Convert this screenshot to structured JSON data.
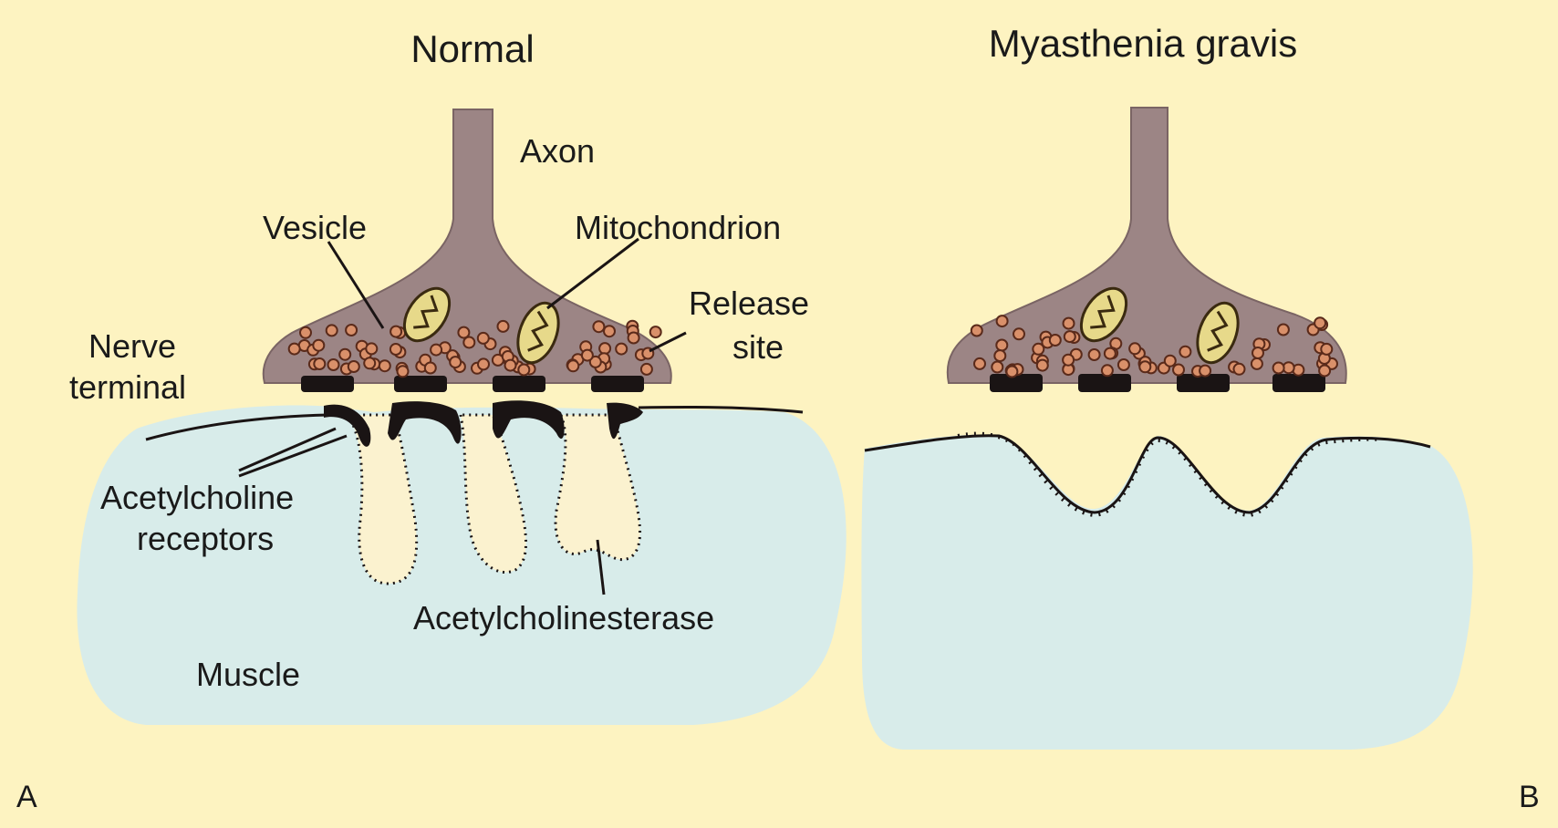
{
  "panels": {
    "normal": {
      "title": "Normal",
      "letter": "A",
      "labels": {
        "axon": "Axon",
        "vesicle": "Vesicle",
        "mitochondrion": "Mitochondrion",
        "release_site_line1": "Release",
        "release_site_line2": "site",
        "nerve_terminal_line1": "Nerve",
        "nerve_terminal_line2": "terminal",
        "ach_receptors_line1": "Acetylcholine",
        "ach_receptors_line2": "receptors",
        "acetylcholinesterase": "Acetylcholinesterase",
        "muscle": "Muscle"
      }
    },
    "myasthenia": {
      "title": "Myasthenia gravis",
      "letter": "B"
    }
  },
  "colors": {
    "background": "#fdf3c1",
    "nerve": "#9c8585",
    "nerve_dark": "#7a6464",
    "muscle": "#d8ecea",
    "vesicle_fill": "#d9906a",
    "vesicle_stroke": "#5a2a1a",
    "mitochondrion_fill": "#e7d98a",
    "dark": "#1a1414",
    "cleft_fill": "#fbf2cf"
  }
}
